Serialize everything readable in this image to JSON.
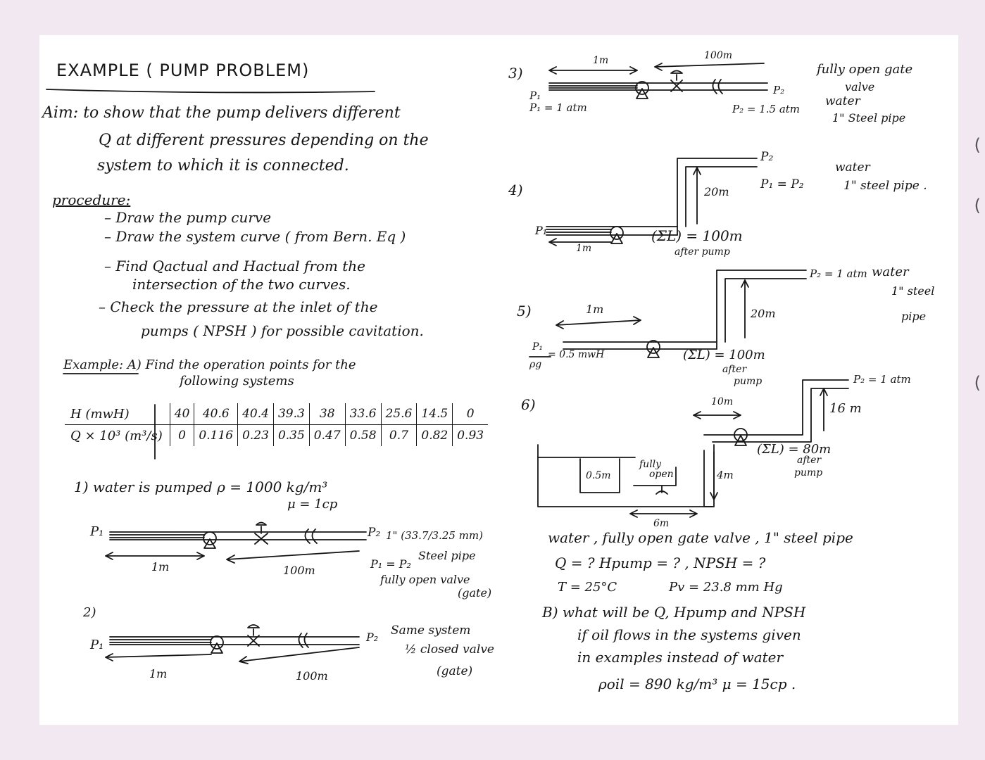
{
  "header": {
    "title": "EXAMPLE ( PUMP PROBLEM)",
    "aim_line1": "Aim: to show that the pump delivers different",
    "aim_line2": "Q at different pressures depending on the",
    "aim_line3": "system to which it is connected."
  },
  "procedure": {
    "label": "procedure:",
    "steps": [
      "Draw the pump curve",
      "Draw the system curve ( from Bern. Eq )",
      "Find Qactual and Hactual from the",
      "intersection of the two curves.",
      "Check the pressure at the inlet of the",
      "pumps ( NPSH ) for possible cavitation."
    ]
  },
  "example": {
    "line1": "Example: A) Find the operation points for the",
    "line2": "following systems"
  },
  "pump_table": {
    "h_label": "H (mwH)",
    "q_label": "Q × 10³ (m³/s)",
    "h_values": [
      "40",
      "40.6",
      "40.4",
      "39.3",
      "38",
      "33.6",
      "25.6",
      "14.5",
      "0"
    ],
    "q_values": [
      "0",
      "0.116",
      "0.23",
      "0.35",
      "0.47",
      "0.58",
      "0.7",
      "0.82",
      "0.93"
    ]
  },
  "sys1": {
    "line1": "1) water is pumped  ρ = 1000 kg/m³",
    "mu": "μ = 1cp",
    "p1": "P₁",
    "p2": "P₂",
    "pipe": "1\" (33.7/3.25 mm)",
    "steel": "Steel pipe",
    "eq": "P₁ = P₂",
    "valve": "fully open valve",
    "gate": "(gate)",
    "len_in": "1m",
    "len_out": "100m"
  },
  "sys2": {
    "num": "2)",
    "p1": "P₁",
    "p2": "P₂",
    "same": "Same system",
    "valve": "½ closed valve",
    "gate": "(gate)",
    "len_in": "1m",
    "len_out": "100m"
  },
  "sys3": {
    "num": "3)",
    "len_in": "1m",
    "len_out": "100m",
    "p1": "P₁",
    "p1_val": "P₁ = 1 atm",
    "p2": "P₂",
    "p2_val": "P₂ = 1.5 atm",
    "note1": "fully open gate",
    "note2": "valve",
    "note3": "water",
    "note4": "1\" Steel pipe"
  },
  "sys4": {
    "num": "4)",
    "p1": "P₁",
    "p2": "P₂",
    "eq": "P₁ = P₂",
    "height": "20m",
    "len_in": "1m",
    "sum_l": "(ΣL) = 100m",
    "after": "after pump",
    "water": "water",
    "pipe": "1\" steel pipe ."
  },
  "sys5": {
    "num": "5)",
    "len_in": "1m",
    "p1_frac_top": "P₁",
    "p1_frac_bot": "ρg",
    "p1_val": "= 0.5 mwH",
    "p2": "P₂ = 1 atm",
    "water": "water",
    "pipe1": "1\" steel",
    "pipe2": "pipe",
    "height": "20m",
    "sum_l": "(ΣL) = 100m",
    "after1": "after",
    "after2": "pump"
  },
  "sys6": {
    "num": "6)",
    "len_top": "10m",
    "p2": "P₂ = 1 atm",
    "height": "16 m",
    "sum_l": "(ΣL) = 80m",
    "after1": "after",
    "after2": "pump",
    "level": "0.5m",
    "valve1": "fully",
    "valve2": "open",
    "depth": "4m",
    "len_bottom": "6m"
  },
  "question": {
    "line1": "water , fully open gate valve , 1\" steel pipe",
    "line2": "Q = ?  Hpump = ? , NPSH = ?",
    "temp": "T = 25°C",
    "pv": "Pv = 23.8 mm Hg"
  },
  "part_b": {
    "line1": "B) what will be Q, Hpump and NPSH",
    "line2": "if oil flows in the systems given",
    "line3": "in examples instead of water",
    "line4": "ρoil = 890 kg/m³   μ = 15cp ."
  }
}
